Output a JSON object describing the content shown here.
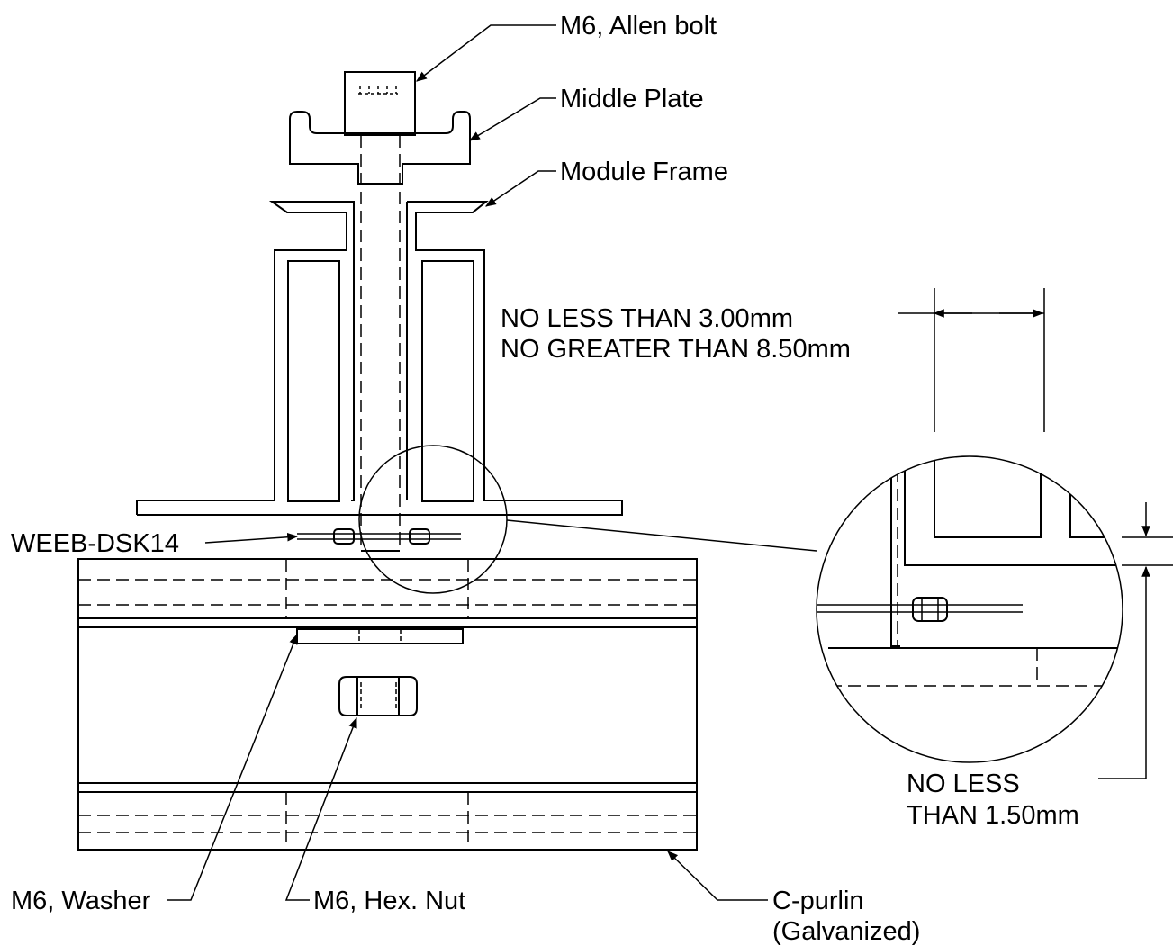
{
  "labels": {
    "allen_bolt": "M6, Allen bolt",
    "middle_plate": "Middle Plate",
    "module_frame": "Module Frame",
    "dim_gap_line1": "NO LESS THAN 3.00mm",
    "dim_gap_line2": "NO GREATER THAN 8.50mm",
    "weeb": "WEEB-DSK14",
    "dim_clear_line1": "NO LESS",
    "dim_clear_line2": "THAN 1.50mm",
    "washer": "M6, Washer",
    "hex_nut": "M6, Hex. Nut",
    "purlin_line1": "C-purlin",
    "purlin_line2": "(Galvanized)"
  }
}
